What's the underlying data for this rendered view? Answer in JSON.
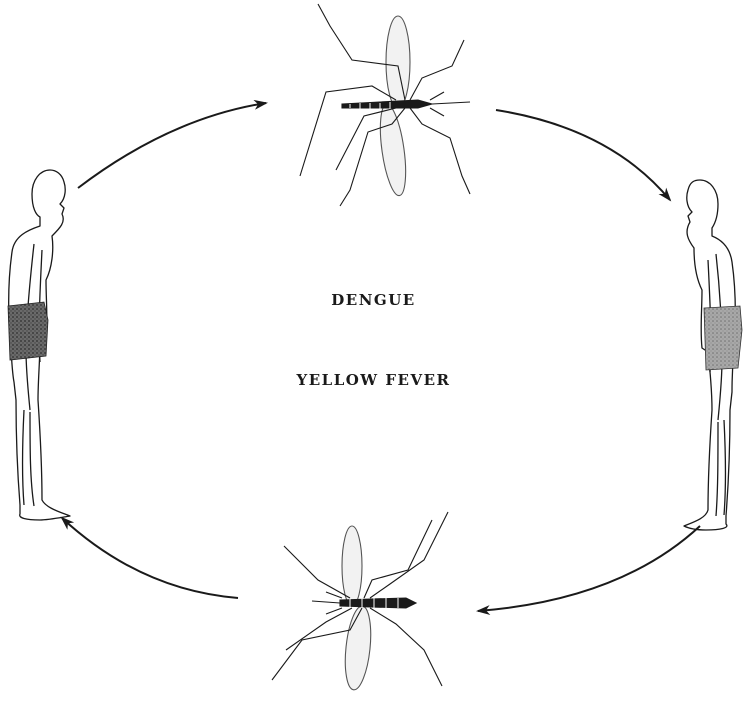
{
  "diagram": {
    "labels": [
      "DENGUE",
      "YELLOW FEVER"
    ],
    "nodes": [
      {
        "kind": "human",
        "name": "infected-person"
      },
      {
        "kind": "mosquito",
        "name": "mosquito-top"
      },
      {
        "kind": "human",
        "name": "newly-infected-person"
      },
      {
        "kind": "mosquito",
        "name": "mosquito-bottom"
      }
    ],
    "cycle": "clockwise",
    "colors": {
      "ink": "#1a1a1a",
      "shade": "#555555"
    }
  }
}
